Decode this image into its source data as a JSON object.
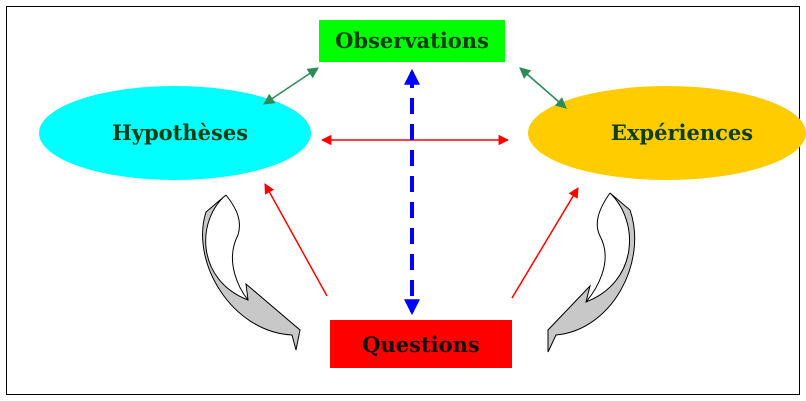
{
  "nodes": {
    "observations": {
      "label": "Observations",
      "fill": "#00ff00"
    },
    "hypotheses": {
      "label": "Hypothèses",
      "fill": "#00ffff"
    },
    "experiences": {
      "label": "Expériences",
      "fill": "#ffcc00"
    },
    "questions": {
      "label": "Questions",
      "fill": "#ff0000"
    }
  },
  "colors": {
    "green_arrow": "#2e8b57",
    "red_arrow": "#ff0000",
    "blue_arrow": "#0000ff",
    "curved_arrow_fill": "#c8c8c8",
    "frame": "#000000"
  }
}
